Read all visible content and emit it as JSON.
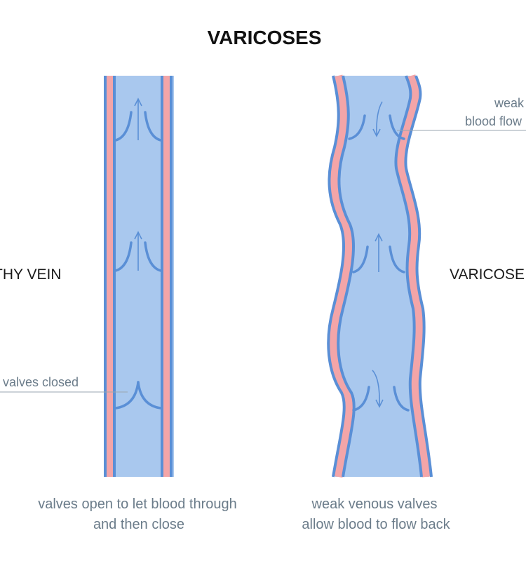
{
  "title": "VARICOSES",
  "left_label": "THY VEIN",
  "right_label": "VARICOSE",
  "valves_closed_label": "valves closed",
  "weak_label_line1": "weak",
  "weak_label_line2": "blood flow",
  "left_caption_line1": "valves open to let blood through",
  "left_caption_line2": "and then close",
  "right_caption_line1": "weak venous valves",
  "right_caption_line2": "allow blood to flow back",
  "colors": {
    "vein_fill": "#a9c8ee",
    "vein_wall": "#5a8fd6",
    "vein_pink": "#f3a5a8",
    "leader_line": "#9aa6b0"
  }
}
